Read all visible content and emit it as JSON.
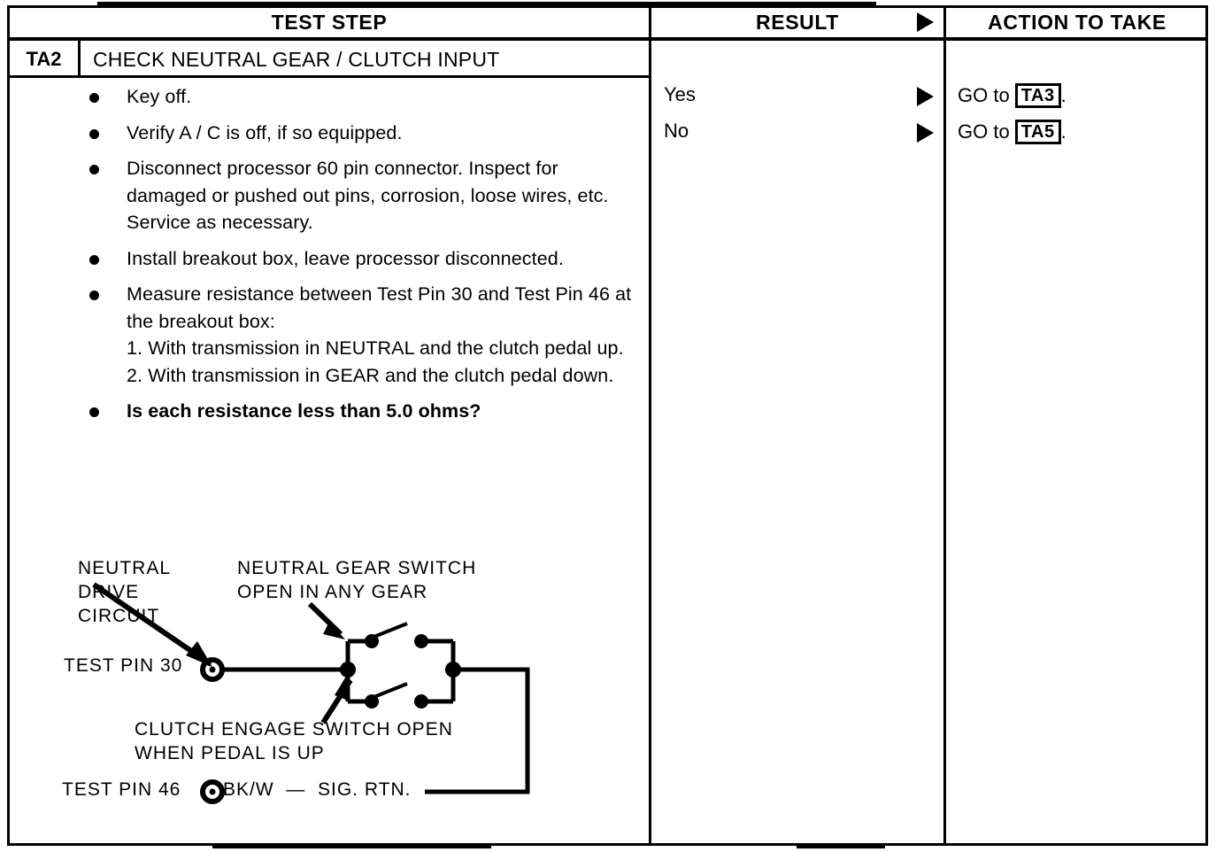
{
  "table": {
    "headers": {
      "test_step": "TEST STEP",
      "result": "RESULT",
      "action": "ACTION TO TAKE"
    },
    "step": {
      "code": "TA2",
      "title": "CHECK NEUTRAL GEAR / CLUTCH INPUT"
    },
    "bullets": [
      {
        "text": "Key off.",
        "bold": false
      },
      {
        "text": "Verify A / C is off, if so equipped.",
        "bold": false
      },
      {
        "text": "Disconnect processor 60 pin connector. Inspect for damaged or pushed out pins, corrosion, loose wires, etc. Service as necessary.",
        "bold": false
      },
      {
        "text": "Install breakout box, leave processor disconnected.",
        "bold": false
      },
      {
        "text": "Measure resistance between Test Pin 30 and Test Pin 46 at the breakout box:",
        "bold": false,
        "subitems": [
          "1. With transmission in NEUTRAL and the clutch pedal up.",
          "2. With transmission in GEAR and the clutch pedal down."
        ]
      },
      {
        "text": "Is each resistance less than 5.0 ohms?",
        "bold": true
      }
    ],
    "results": [
      {
        "label": "Yes",
        "action_prefix": "GO to ",
        "action_code": "TA3",
        "action_suffix": "."
      },
      {
        "label": "No",
        "action_prefix": "GO to ",
        "action_code": "TA5",
        "action_suffix": "."
      }
    ]
  },
  "diagram": {
    "labels": {
      "neutral_drive_circuit": "NEUTRAL\nDRIVE\nCIRCUIT",
      "neutral_gear_switch": "NEUTRAL GEAR SWITCH\nOPEN IN ANY GEAR",
      "test_pin_30": "TEST PIN 30",
      "clutch_engage_switch": "CLUTCH ENGAGE SWITCH OPEN\nWHEN PEDAL IS UP",
      "test_pin_46": "TEST PIN 46",
      "test_pin_46_wire": "BK/W  —  SIG. RTN."
    }
  },
  "colors": {
    "ink": "#000000",
    "paper": "#ffffff"
  }
}
